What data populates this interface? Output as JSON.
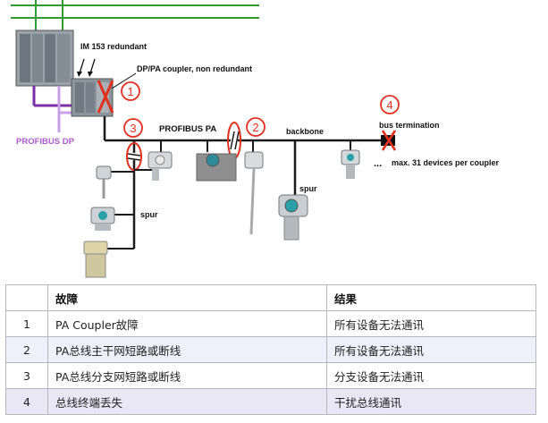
{
  "diagram": {
    "labels": {
      "im153": "IM 153 redundant",
      "coupler": "DP/PA coupler, non redundant",
      "profibus_dp": "PROFIBUS DP",
      "profibus_pa": "PROFIBUS PA",
      "backbone": "backbone",
      "bus_termination": "bus termination",
      "max_devices": "max. 31 devices per coupler",
      "spur_left": "spur",
      "spur_right": "spur",
      "ellipsis": "..."
    },
    "markers": [
      "1",
      "2",
      "3",
      "4"
    ],
    "colors": {
      "bus": "#1a1a1a",
      "profibus_dp": "#7b2fa8",
      "profibus_dp_light": "#c8a0e8",
      "top_green": "#2f9a2f",
      "fault": "#e0301e"
    }
  },
  "table": {
    "headers": [
      "",
      "故障",
      "结果"
    ],
    "rows": [
      {
        "no": "1",
        "fault": "PA Coupler故障",
        "result": "所有设备无法通讯"
      },
      {
        "no": "2",
        "fault": "PA总线主干网短路或断线",
        "result": "所有设备无法通讯"
      },
      {
        "no": "3",
        "fault": "PA总线分支网短路或断线",
        "result": "分支设备无法通讯"
      },
      {
        "no": "4",
        "fault": "总线终端丢失",
        "result": "干扰总线通讯"
      }
    ]
  }
}
